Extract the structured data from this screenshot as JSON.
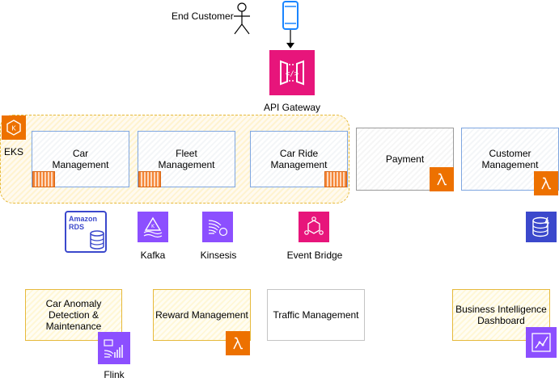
{
  "actors": {
    "end_customer": "End Customer"
  },
  "nodes": {
    "api_gateway": "API Gateway",
    "eks": "EKS",
    "car_management": "Car\nManagement",
    "fleet_management": "Fleet\nManagement",
    "car_ride_management": "Car Ride\nManagement",
    "payment": "Payment",
    "customer_management": "Customer\nManagement",
    "amazon_rds": "Amazon\nRDS",
    "kafka": "Kafka",
    "kinsesis": "Kinsesis",
    "event_bridge": "Event Bridge",
    "car_anomaly": "Car Anomaly\nDetection &\nMaintenance",
    "flink": "Flink",
    "reward_management": "Reward Management",
    "traffic_management": "Traffic Management",
    "bi_dashboard": "Business Intelligence\nDashboard"
  },
  "icons": {
    "api_gateway": "api-gateway-icon",
    "eks": "eks-icon",
    "lambda": "lambda-icon",
    "rds": "rds-icon",
    "kafka": "kafka-icon",
    "kinesis": "kinesis-icon",
    "event_bridge": "eventbridge-icon",
    "dynamodb": "dynamodb-icon",
    "flink": "kinesis-analytics-icon",
    "quicksight": "quicksight-icon",
    "mobile": "mobile-phone-icon",
    "actor": "stick-figure-icon",
    "container": "container-icon"
  },
  "colors": {
    "api_gateway": "#e7157b",
    "lambda": "#ed7100",
    "analytics": "#8c4fff",
    "database": "#3b48cc",
    "eks_group_border": "#e6b93b",
    "blue_border": "#7ea6e0",
    "mobile": "#1a85ff"
  }
}
